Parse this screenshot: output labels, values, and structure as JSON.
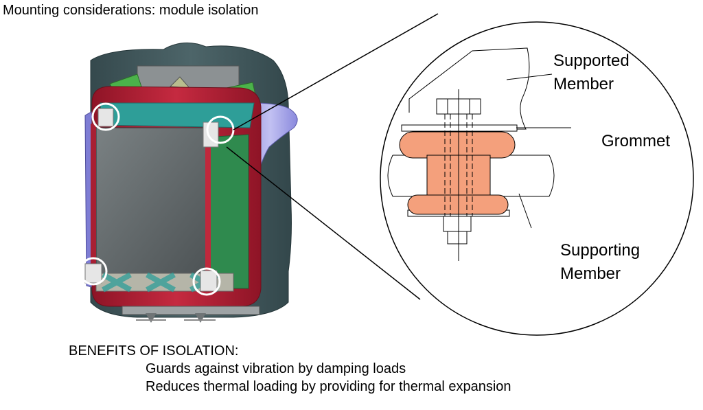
{
  "title": "Mounting considerations: module isolation",
  "labels": {
    "supported": [
      "Supported",
      "Member"
    ],
    "grommet": "Grommet",
    "supporting": [
      "Supporting",
      "Member"
    ]
  },
  "benefits": {
    "heading": "BENEFITS OF ISOLATION:",
    "items": [
      "Guards against vibration by damping loads",
      "Reduces thermal loading by providing for thermal expansion"
    ]
  },
  "colors": {
    "grommet": "#F4A07C",
    "frame_red": "#B01E34",
    "teal": "#2E9E98",
    "core_gray": "#5E6466",
    "duct_lavender": "#9C9BE6",
    "housing": "#3F5A5E"
  }
}
